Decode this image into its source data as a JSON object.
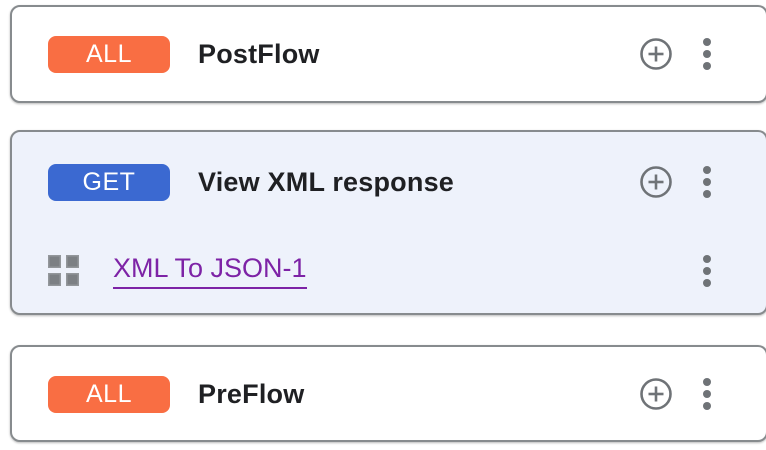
{
  "colors": {
    "badge_all": "#f96e43",
    "badge_get": "#3b69d1",
    "selected_card_bg": "#eef2fb",
    "card_border": "#878b8e",
    "icon_gray": "#6f7377",
    "policy_link": "#7d23a6",
    "flow_title": "#1f2023"
  },
  "icons": {
    "add": "plus-circle-icon",
    "menu": "more-vert-icon",
    "drag": "grid-icon"
  },
  "flows": [
    {
      "method": "ALL",
      "name": "PostFlow",
      "selected": false,
      "policies": []
    },
    {
      "method": "GET",
      "name": "View XML response",
      "selected": true,
      "policies": [
        {
          "name": "XML To JSON-1"
        }
      ]
    },
    {
      "method": "ALL",
      "name": "PreFlow",
      "selected": false,
      "policies": []
    }
  ]
}
